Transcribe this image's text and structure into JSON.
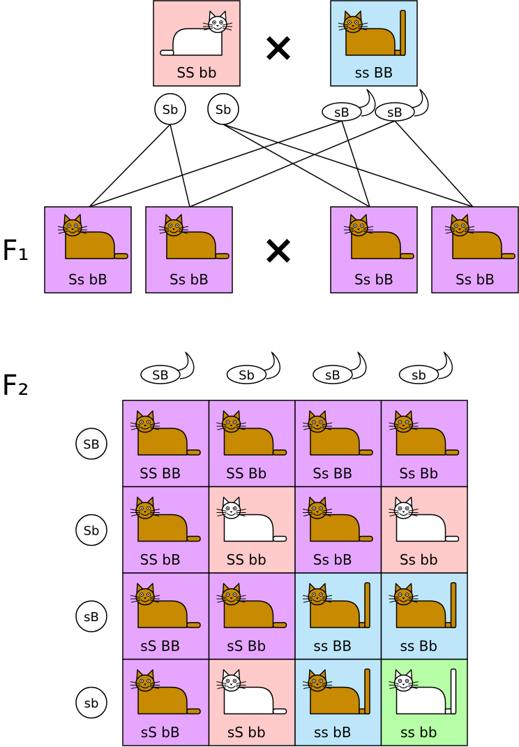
{
  "colors": {
    "purple": "#e6a6ff",
    "pink": "#ffcaca",
    "blue": "#bde6fb",
    "green": "#b6ffa6",
    "cat_orange": "#c88a00",
    "cat_white": "#ffffff",
    "outline": "#000000"
  },
  "generation_labels": {
    "f1": "F₁",
    "f2": "F₂"
  },
  "cross_symbol": "×",
  "parents": [
    {
      "genotype": "SS bb",
      "color": "pink",
      "cat": "white",
      "tail": "short"
    },
    {
      "genotype": "ss BB",
      "color": "blue",
      "cat": "orange",
      "tail": "long"
    }
  ],
  "parent_gametes": [
    {
      "label": "Sb",
      "type": "egg"
    },
    {
      "label": "Sb",
      "type": "egg"
    },
    {
      "label": "sB",
      "type": "sperm"
    },
    {
      "label": "sB",
      "type": "sperm"
    }
  ],
  "f1": [
    {
      "genotype": "Ss bB",
      "color": "purple",
      "cat": "orange",
      "tail": "short"
    },
    {
      "genotype": "Ss bB",
      "color": "purple",
      "cat": "orange",
      "tail": "short"
    },
    {
      "genotype": "Ss bB",
      "color": "purple",
      "cat": "orange",
      "tail": "short"
    },
    {
      "genotype": "Ss bB",
      "color": "purple",
      "cat": "orange",
      "tail": "short"
    }
  ],
  "f2_sperm": [
    "SB",
    "Sb",
    "sB",
    "sb"
  ],
  "f2_eggs": [
    "SB",
    "Sb",
    "sB",
    "sb"
  ],
  "f2_grid": [
    [
      {
        "genotype": "SS BB",
        "color": "purple",
        "cat": "orange",
        "tail": "short"
      },
      {
        "genotype": "SS Bb",
        "color": "purple",
        "cat": "orange",
        "tail": "short"
      },
      {
        "genotype": "Ss BB",
        "color": "purple",
        "cat": "orange",
        "tail": "short"
      },
      {
        "genotype": "Ss Bb",
        "color": "purple",
        "cat": "orange",
        "tail": "short"
      }
    ],
    [
      {
        "genotype": "SS bB",
        "color": "purple",
        "cat": "orange",
        "tail": "short"
      },
      {
        "genotype": "SS bb",
        "color": "pink",
        "cat": "white",
        "tail": "short"
      },
      {
        "genotype": "Ss bB",
        "color": "purple",
        "cat": "orange",
        "tail": "short"
      },
      {
        "genotype": "Ss bb",
        "color": "pink",
        "cat": "white",
        "tail": "short"
      }
    ],
    [
      {
        "genotype": "sS BB",
        "color": "purple",
        "cat": "orange",
        "tail": "short"
      },
      {
        "genotype": "sS Bb",
        "color": "purple",
        "cat": "orange",
        "tail": "short"
      },
      {
        "genotype": "ss BB",
        "color": "blue",
        "cat": "orange",
        "tail": "long"
      },
      {
        "genotype": "ss Bb",
        "color": "blue",
        "cat": "orange",
        "tail": "long"
      }
    ],
    [
      {
        "genotype": "sS bB",
        "color": "purple",
        "cat": "orange",
        "tail": "short"
      },
      {
        "genotype": "sS bb",
        "color": "pink",
        "cat": "white",
        "tail": "short"
      },
      {
        "genotype": "ss bB",
        "color": "blue",
        "cat": "orange",
        "tail": "long"
      },
      {
        "genotype": "ss bb",
        "color": "green",
        "cat": "white",
        "tail": "long"
      }
    ]
  ]
}
